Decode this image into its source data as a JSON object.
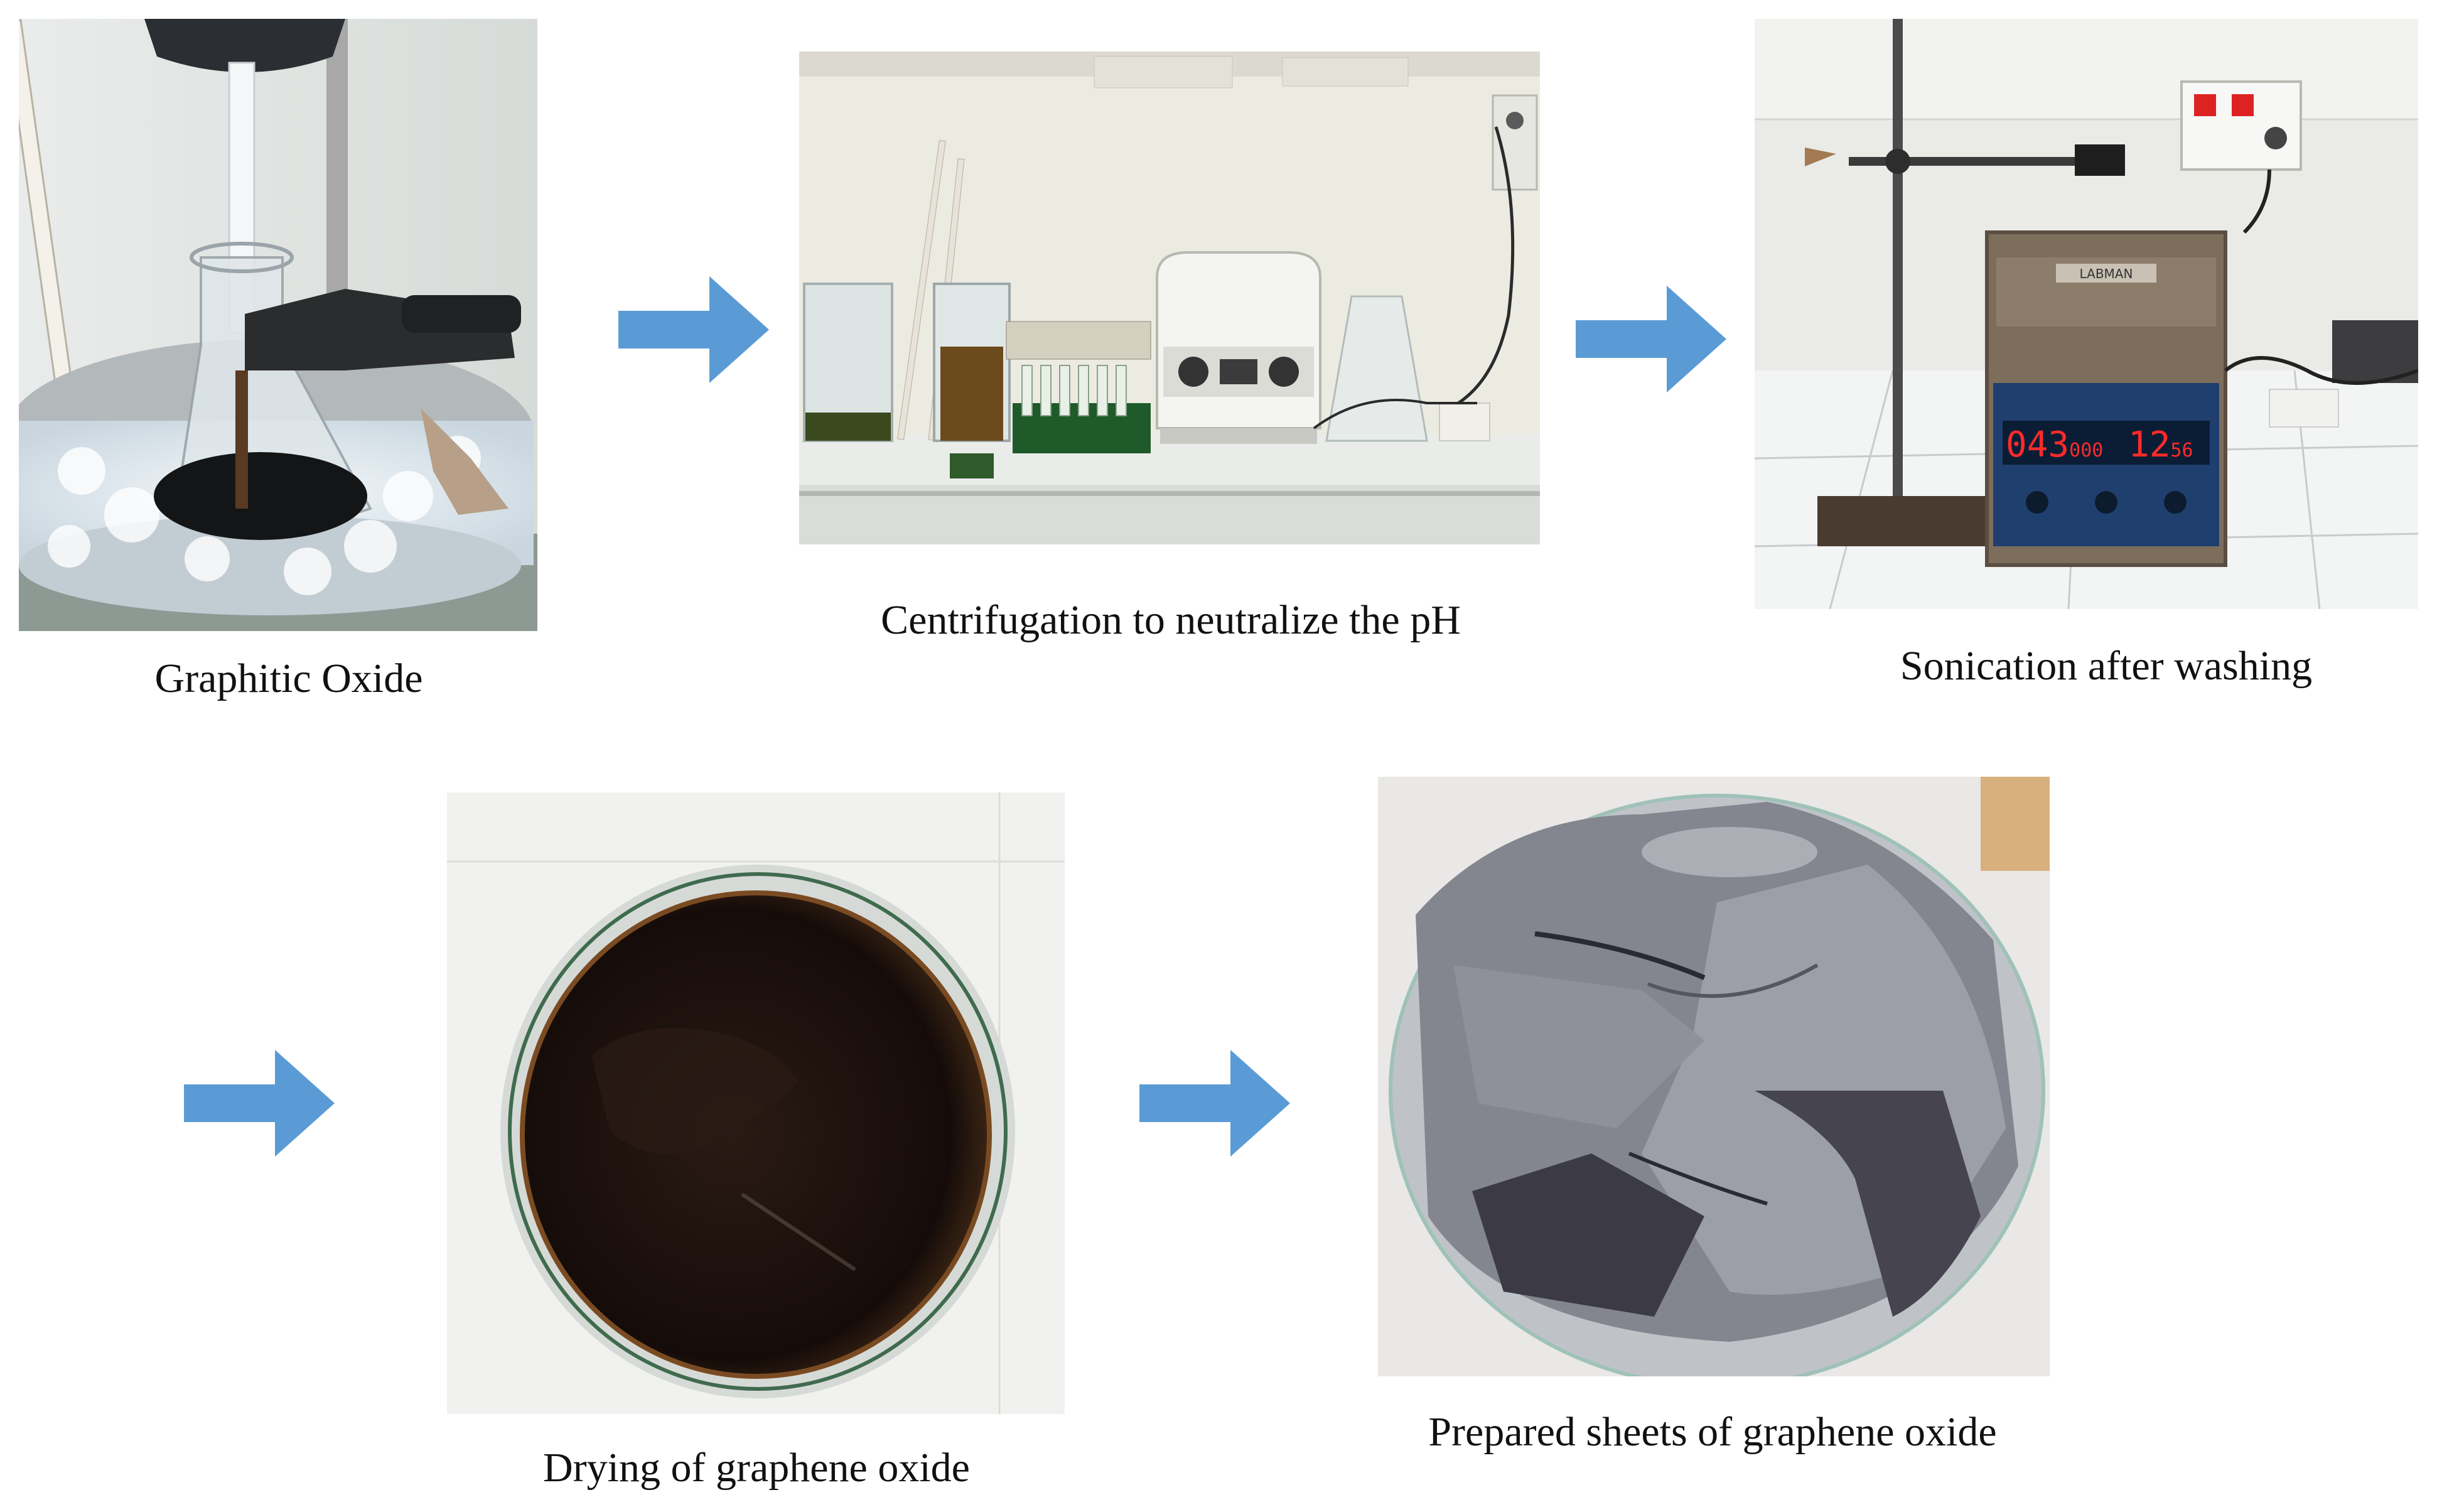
{
  "steps": [
    {
      "caption": "Graphitic Oxide"
    },
    {
      "caption": "Centrifugation to neutralize the pH"
    },
    {
      "caption": "Sonication after washing"
    },
    {
      "caption": "Drying of graphene oxide"
    },
    {
      "caption": "Prepared sheets of graphene oxide"
    }
  ],
  "device": {
    "display_left": "043",
    "display_left_small": "000",
    "display_right": "12",
    "display_right_small": "56",
    "brand": "LABMAN"
  },
  "colors": {
    "arrow": "#5b9bd5",
    "display": "#ff2a2a"
  }
}
